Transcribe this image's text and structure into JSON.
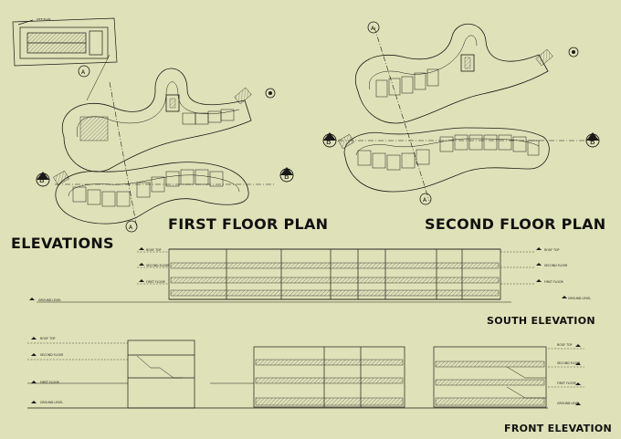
{
  "titles": {
    "first_floor": "FIRST FLOOR PLAN",
    "second_floor": "SECOND FLOOR PLAN",
    "elevations": "ELEVATIONS",
    "south_elevation": "SOUTH ELEVATION",
    "front_elevation": "FRONT ELEVATION"
  },
  "section_markers": {
    "a": "A",
    "b": "B",
    "b_prime": "B'"
  },
  "level_labels": {
    "roof_top": "ROOF TOP",
    "second_floor": "SECOND FLOOR",
    "first_floor": "FIRST FLOOR",
    "ground_level": "GROUND LEVEL"
  },
  "site_label": "SITE PLAN",
  "colors": {
    "background": "#dfe2b8",
    "line": "#1a1a1a",
    "hatch": "#6b6b6b"
  }
}
